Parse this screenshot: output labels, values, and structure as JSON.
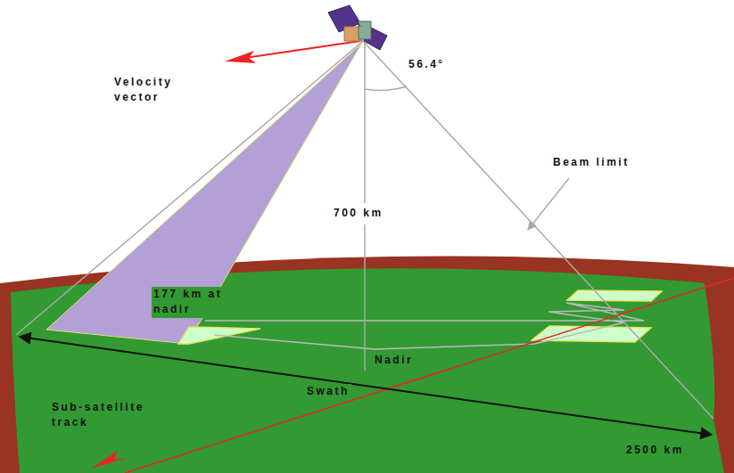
{
  "diagram": {
    "labels": [
      "Velocity vector",
      "56.4°",
      "Beam limit",
      "700 km",
      "177 km at nadir",
      "Nadir",
      "Swath",
      "Sub-satellite track",
      "2500 km"
    ]
  }
}
